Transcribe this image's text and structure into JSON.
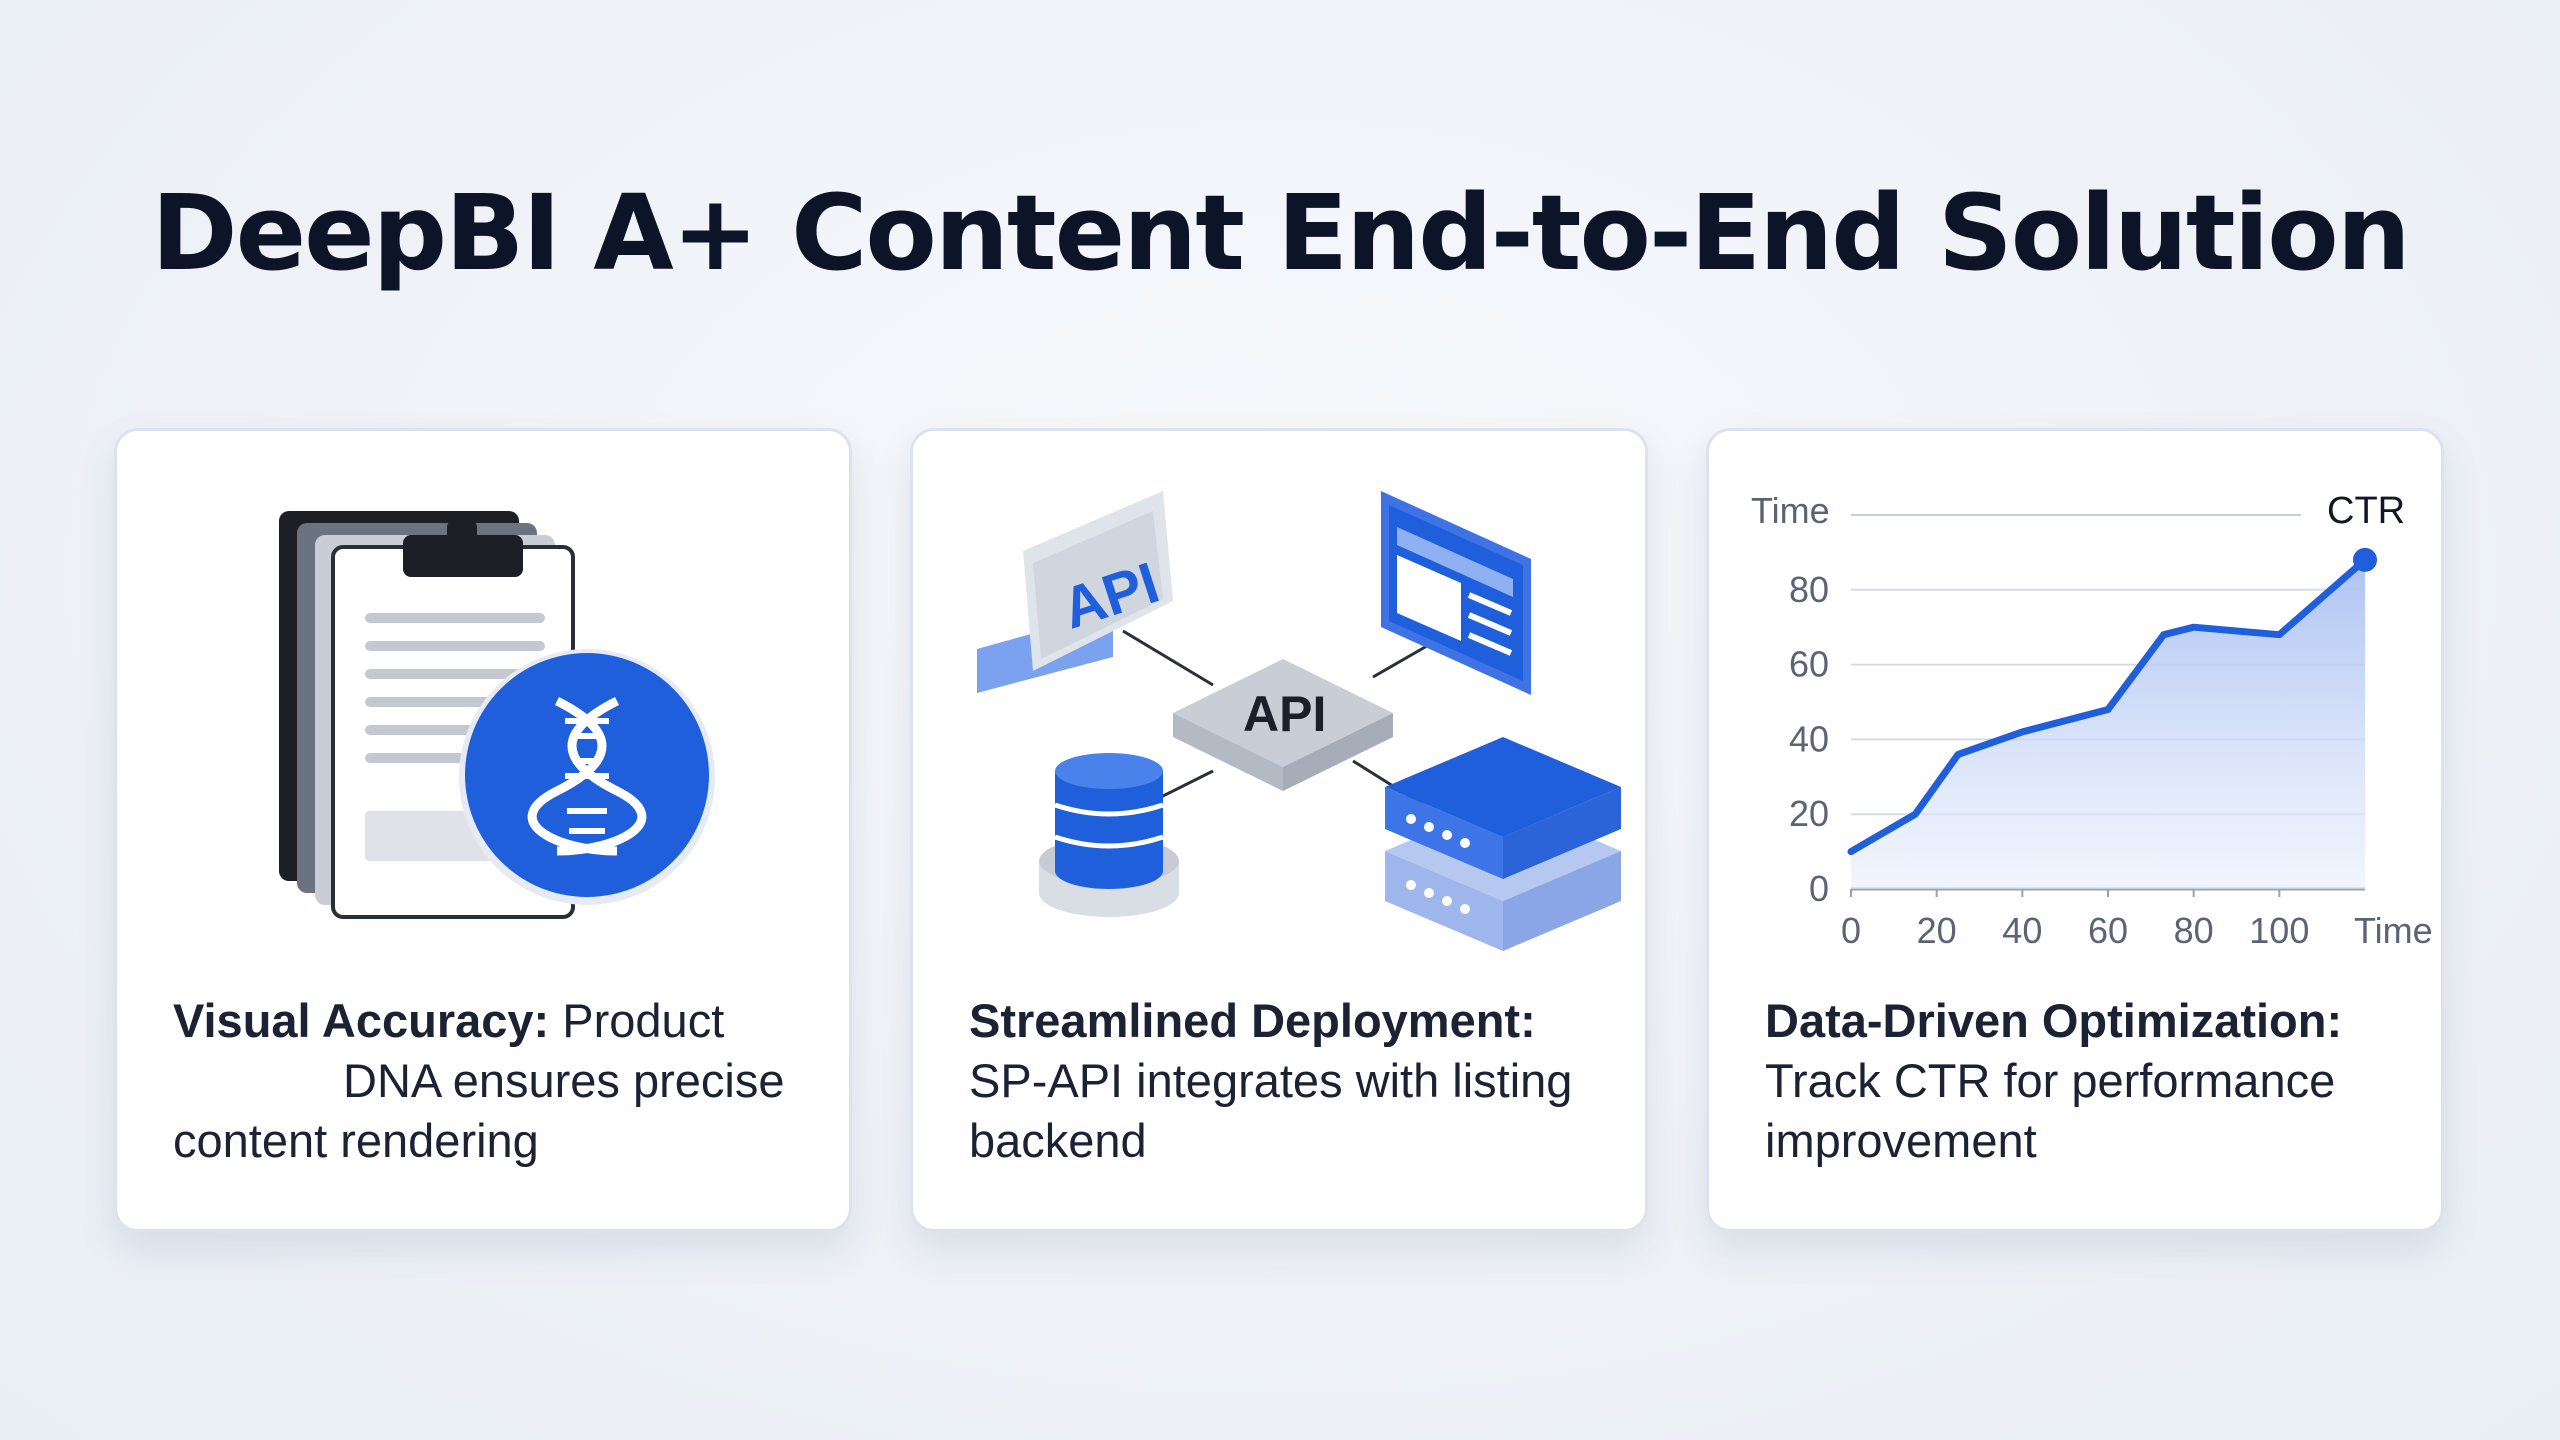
{
  "title": "DeepBI A+ Content End-to-End Solution",
  "cards": [
    {
      "heading": "Visual Accuracy:",
      "line1_rest": "Product",
      "line2": "DNA ensures precise",
      "line3": "content rendering"
    },
    {
      "heading": "Streamlined Deployment:",
      "line2": "SP-API integrates with listing",
      "line3": "backend",
      "api_tag_label": "API",
      "api_hub_label": "API"
    },
    {
      "heading": "Data-Driven Optimization:",
      "line2": "Track CTR for performance",
      "line3": "improvement"
    }
  ],
  "colors": {
    "accent_blue": "#1f5fdc",
    "light_blue": "#cdd9f6",
    "gray_tile": "#d9dde4"
  },
  "chart_data": {
    "type": "area",
    "series": [
      {
        "name": "CTR",
        "x": [
          0,
          15,
          25,
          40,
          60,
          73,
          80,
          100,
          120
        ],
        "y": [
          10,
          20,
          36,
          42,
          48,
          68,
          70,
          68,
          88
        ]
      }
    ],
    "xticks": [
      "0",
      "20",
      "40",
      "60",
      "80",
      "100"
    ],
    "yticks": [
      "0",
      "20",
      "40",
      "60",
      "80"
    ],
    "xlabel": "Time",
    "ylabel": "Time",
    "ylim": [
      0,
      100
    ],
    "xlim": [
      0,
      120
    ],
    "grid": true
  }
}
